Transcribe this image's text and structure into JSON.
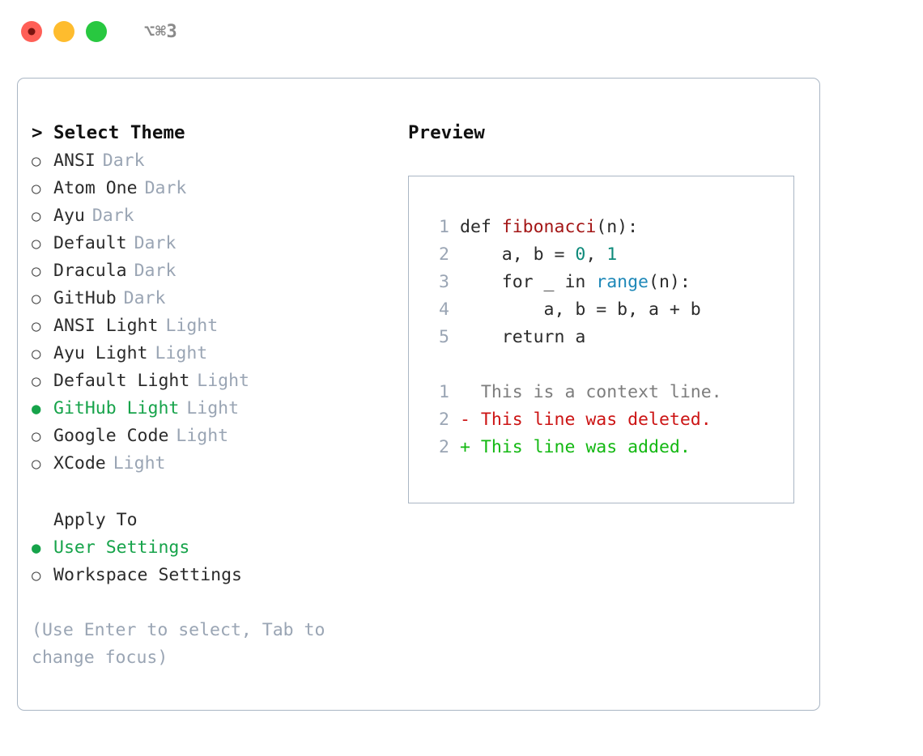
{
  "titlebar": {
    "lights": [
      {
        "name": "close-button",
        "color": "#ff5f57"
      },
      {
        "name": "minimize-button",
        "color": "#febc2e"
      },
      {
        "name": "maximize-button",
        "color": "#28c840"
      }
    ],
    "shortcut": "⌥⌘3"
  },
  "theme_panel": {
    "header_marker": ">",
    "header": "Select Theme",
    "selected_theme": "GitHub Light",
    "items": [
      {
        "marker": "○",
        "name": "ANSI",
        "variant": "Dark",
        "selected": false
      },
      {
        "marker": "○",
        "name": "Atom One",
        "variant": "Dark",
        "selected": false
      },
      {
        "marker": "○",
        "name": "Ayu",
        "variant": "Dark",
        "selected": false
      },
      {
        "marker": "○",
        "name": "Default",
        "variant": "Dark",
        "selected": false
      },
      {
        "marker": "○",
        "name": "Dracula",
        "variant": "Dark",
        "selected": false
      },
      {
        "marker": "○",
        "name": "GitHub",
        "variant": "Dark",
        "selected": false
      },
      {
        "marker": "○",
        "name": "ANSI Light",
        "variant": "Light",
        "selected": false
      },
      {
        "marker": "○",
        "name": "Ayu Light",
        "variant": "Light",
        "selected": false
      },
      {
        "marker": "○",
        "name": "Default Light",
        "variant": "Light",
        "selected": false
      },
      {
        "marker": "●",
        "name": "GitHub Light",
        "variant": "Light",
        "selected": true
      },
      {
        "marker": "○",
        "name": "Google Code",
        "variant": "Light",
        "selected": false
      },
      {
        "marker": "○",
        "name": "XCode",
        "variant": "Light",
        "selected": false
      }
    ]
  },
  "apply_to": {
    "label": "Apply To",
    "selected": "User Settings",
    "options": [
      {
        "marker": "●",
        "label": "User Settings",
        "selected": true
      },
      {
        "marker": "○",
        "label": "Workspace Settings",
        "selected": false
      }
    ]
  },
  "hint": "(Use Enter to select, Tab to change focus)",
  "preview": {
    "title": "Preview",
    "code_lines": [
      {
        "number": "1",
        "tokens": [
          {
            "text": "def ",
            "type": "kw"
          },
          {
            "text": "fibonacci",
            "type": "fn"
          },
          {
            "text": "(n):",
            "type": "plain"
          }
        ]
      },
      {
        "number": "2",
        "tokens": [
          {
            "text": "    a, b = ",
            "type": "plain"
          },
          {
            "text": "0",
            "type": "num"
          },
          {
            "text": ", ",
            "type": "plain"
          },
          {
            "text": "1",
            "type": "num"
          }
        ]
      },
      {
        "number": "3",
        "tokens": [
          {
            "text": "    for _ in ",
            "type": "kw"
          },
          {
            "text": "range",
            "type": "call"
          },
          {
            "text": "(n):",
            "type": "plain"
          }
        ]
      },
      {
        "number": "4",
        "tokens": [
          {
            "text": "        a, b = b, a + b",
            "type": "plain"
          }
        ]
      },
      {
        "number": "5",
        "tokens": [
          {
            "text": "    return a",
            "type": "kw"
          }
        ]
      }
    ],
    "diff_lines": [
      {
        "number": "1",
        "sign": " ",
        "text": "This is a context line.",
        "kind": "context"
      },
      {
        "number": "2",
        "sign": "-",
        "text": "This line was deleted.",
        "kind": "deleted"
      },
      {
        "number": "2",
        "sign": "+",
        "text": "This line was added.",
        "kind": "added"
      }
    ]
  },
  "colors": {
    "accent_green": "#16a34a",
    "muted": "#9aa5b4",
    "border": "#aab6c4",
    "function": "#a31515",
    "number": "#0d8a7a",
    "call": "#1e88b8",
    "diff_deleted": "#cc1414",
    "diff_added": "#13b812"
  }
}
